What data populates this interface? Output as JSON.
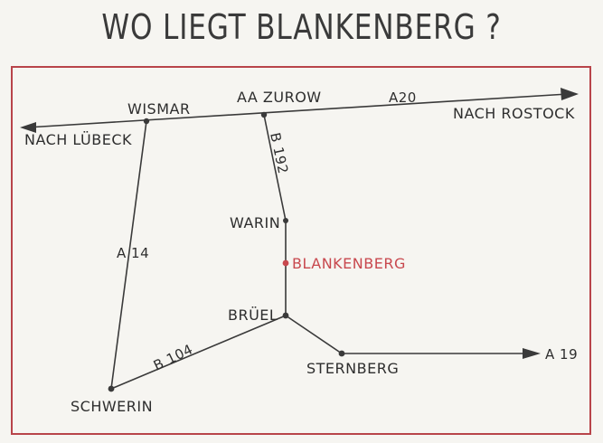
{
  "title": "WO LIEGT BLANKENBERG ?",
  "colors": {
    "frame": "#b8444a",
    "road": "#3a3a3a",
    "highlight": "#c8484e",
    "paper": "#f6f5f1"
  },
  "places": {
    "wismar": "WISMAR",
    "aa_zurow": "AA ZUROW",
    "warin": "WARIN",
    "blankenberg": "BLANKENBERG",
    "bruel": "BRÜEL",
    "sternberg": "STERNBERG",
    "schwerin": "SCHWERIN"
  },
  "directions": {
    "to_luebeck": "NACH LÜBECK",
    "to_rostock": "NACH ROSTOCK"
  },
  "roads": {
    "a20": "A20",
    "a14": "A 14",
    "b192": "B 192",
    "b104": "B 104",
    "a19": "A 19"
  }
}
